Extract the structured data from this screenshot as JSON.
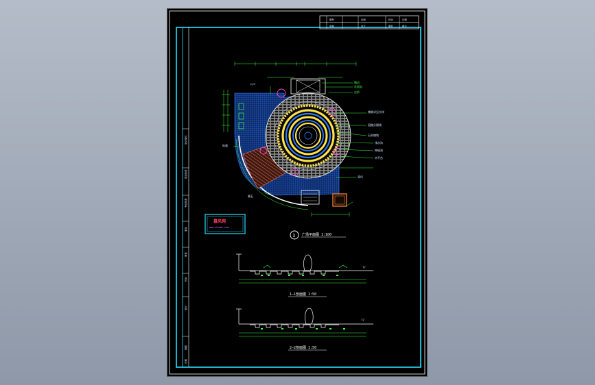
{
  "title_block": {
    "row1": [
      "图号",
      "比例",
      "校对",
      "日期"
    ],
    "row2": [
      "审核",
      "设计",
      "图名",
      "备注"
    ]
  },
  "side_panel": {
    "cells": [
      "设计单位",
      "项目负责",
      "专业负责",
      "审定",
      "审核",
      "校对",
      "设计",
      "制图",
      "日期"
    ]
  },
  "plan": {
    "circle_no": "1",
    "caption": "广场平面图 1:100",
    "labels_right": [
      "镶边",
      "花岗岩",
      "台阶",
      "铺装详见大样",
      "园路分隔线",
      "石材铺地",
      "排水沟",
      "种植池",
      "木平台",
      "草坪"
    ],
    "labels_left": [
      "入口",
      "标高"
    ],
    "labels_bottom": [
      "景石"
    ]
  },
  "section1": {
    "caption": "1—1剖面图 1:50",
    "marks": "??"
  },
  "section2": {
    "caption": "2—2剖面图 1:50",
    "marks": "??"
  },
  "watermark": {
    "line1": "慕风网",
    "line2": "www.mfcad.com"
  }
}
